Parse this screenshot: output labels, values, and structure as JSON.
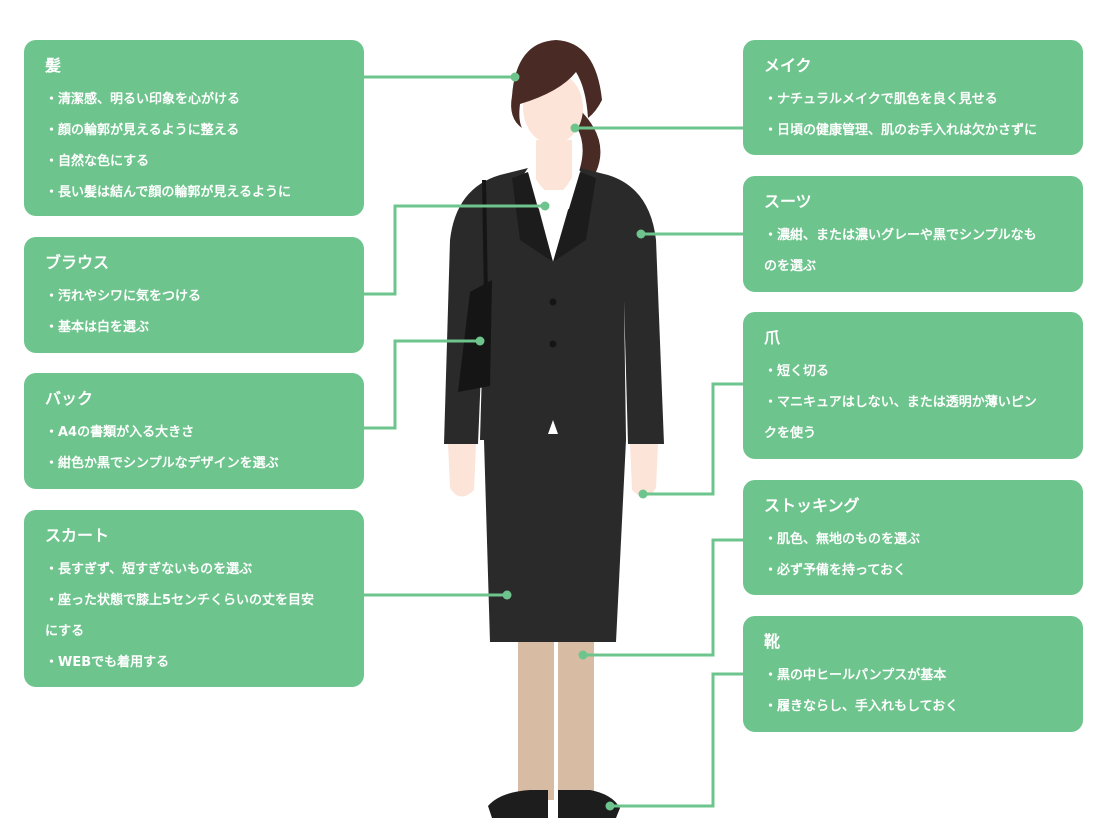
{
  "left": [
    {
      "title": "髪",
      "items": [
        "・清潔感、明るい印象を心がける",
        "・顔の輪郭が見えるように整える",
        "・自然な色にする",
        "・長い髪は結んで顔の輪郭が見えるように"
      ]
    },
    {
      "title": "ブラウス",
      "items": [
        "・汚れやシワに気をつける",
        "・基本は白を選ぶ"
      ]
    },
    {
      "title": "バック",
      "items": [
        "・A4の書類が入る大きさ",
        "・紺色か黒でシンプルなデザインを選ぶ"
      ]
    },
    {
      "title": "スカート",
      "items": [
        "・長すぎず、短すぎないものを選ぶ",
        "・座った状態で膝上5センチくらいの丈を目安",
        "にする",
        "・WEBでも着用する"
      ]
    }
  ],
  "right": [
    {
      "title": "メイク",
      "items": [
        "・ナチュラルメイクで肌色を良く見せる",
        "・日頃の健康管理、肌のお手入れは欠かさずに"
      ]
    },
    {
      "title": "スーツ",
      "items": [
        "・濃紺、または濃いグレーや黒でシンプルなも",
        "のを選ぶ"
      ]
    },
    {
      "title": "爪",
      "items": [
        "・短く切る",
        "・マニキュアはしない、または透明か薄いピン",
        "クを使う"
      ]
    },
    {
      "title": "ストッキング",
      "items": [
        "・肌色、無地のものを選ぶ",
        "・必ず予備を持っておく"
      ]
    },
    {
      "title": "靴",
      "items": [
        "・黒の中ヒールパンプスが基本",
        "・履きならし、手入れもしておく"
      ]
    }
  ],
  "colors": {
    "card": "#6ec48d",
    "line": "#6ec48d",
    "suit": "#2a2a2a",
    "skin": "#fce5d8",
    "hair": "#4a2a24",
    "legs": "#d8bba3"
  }
}
